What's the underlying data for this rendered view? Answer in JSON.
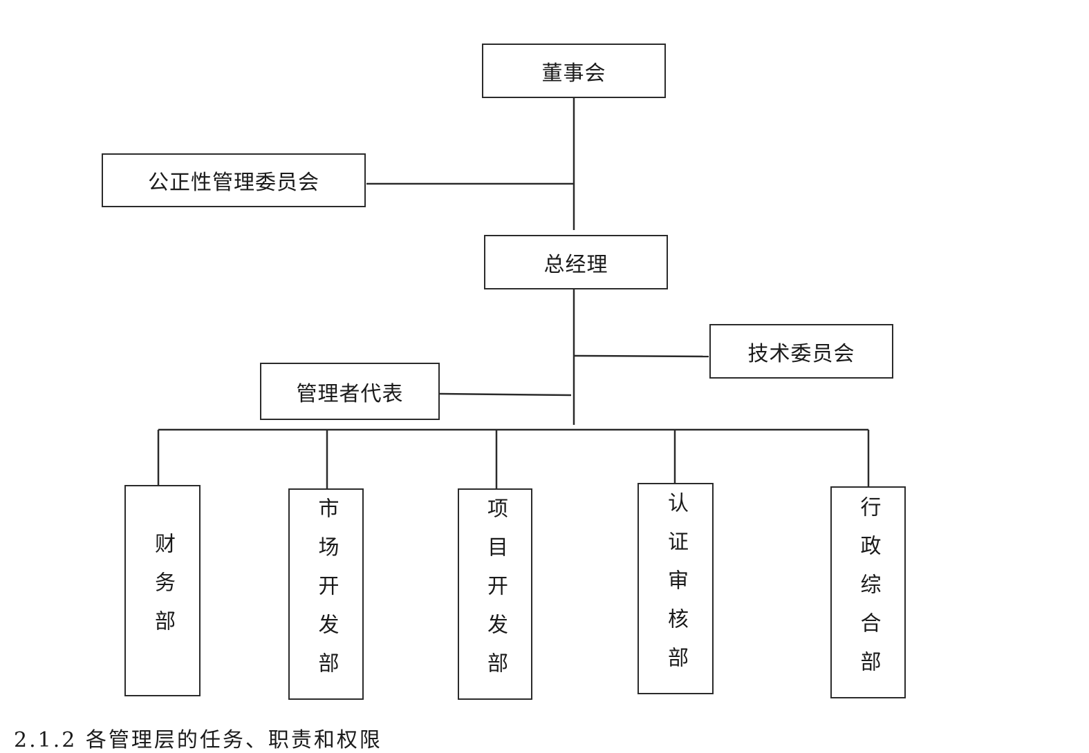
{
  "org_chart": {
    "board": "董事会",
    "impartiality_committee": "公正性管理委员会",
    "general_manager": "总经理",
    "technical_committee": "技术委员会",
    "management_representative": "管理者代表",
    "departments": [
      {
        "label": "财务部"
      },
      {
        "label": "市场开发部"
      },
      {
        "label": "项目开发部"
      },
      {
        "label": "认证审核部"
      },
      {
        "label": "行政综合部"
      }
    ]
  },
  "caption": "2.1.2 各管理层的任务、职责和权限"
}
